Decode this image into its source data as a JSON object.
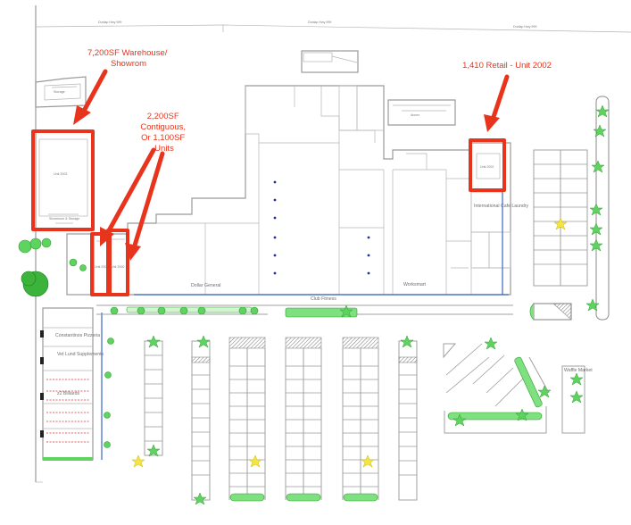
{
  "map": {
    "streets": {
      "top_left": "Dunlap Hwy 999",
      "top_center": "Dunlap Hwy 999",
      "top_right": "Dunlap Hwy 999"
    },
    "callouts": [
      {
        "id": "warehouse",
        "lines": [
          "7,200SF Warehouse/",
          "Showrom"
        ]
      },
      {
        "id": "contiguous",
        "lines": [
          "2,200SF",
          "Contiguous,",
          "Or 1,100SF",
          "Units"
        ]
      },
      {
        "id": "retail",
        "lines": [
          "1,410 Retail - Unit 2002"
        ]
      }
    ],
    "tenants": [
      {
        "id": "dollar-general",
        "label": "Dollar General"
      },
      {
        "id": "club-fitness",
        "label": "Club Fitness"
      },
      {
        "id": "worksmart",
        "label": "Worksmart"
      },
      {
        "id": "international-cafe",
        "label": "International Cafe Laundry"
      },
      {
        "id": "constantinos",
        "label": "Constantinos Pizzeria"
      },
      {
        "id": "vet-lund",
        "label": "Vet Lund Supplements"
      },
      {
        "id": "billiards",
        "label": "z2 Billiards"
      },
      {
        "id": "waffle",
        "label": "Waffle Market"
      }
    ],
    "unit_labels": {
      "warehouse_unit": "Unit 2003",
      "warehouse_sub": "Showroom & Storage",
      "retail_unit": "Unit 2002",
      "small_unit_a": "Unit 2001",
      "small_unit_b": "Unit 2000",
      "annex": "Annex",
      "storage": "Storage"
    },
    "colors": {
      "highlight": "#e8341c",
      "landscaping": "#5fd35f",
      "accent_star": "#f4e542",
      "walls": "#9a9a9a",
      "storefront": "#3a66c4"
    }
  }
}
